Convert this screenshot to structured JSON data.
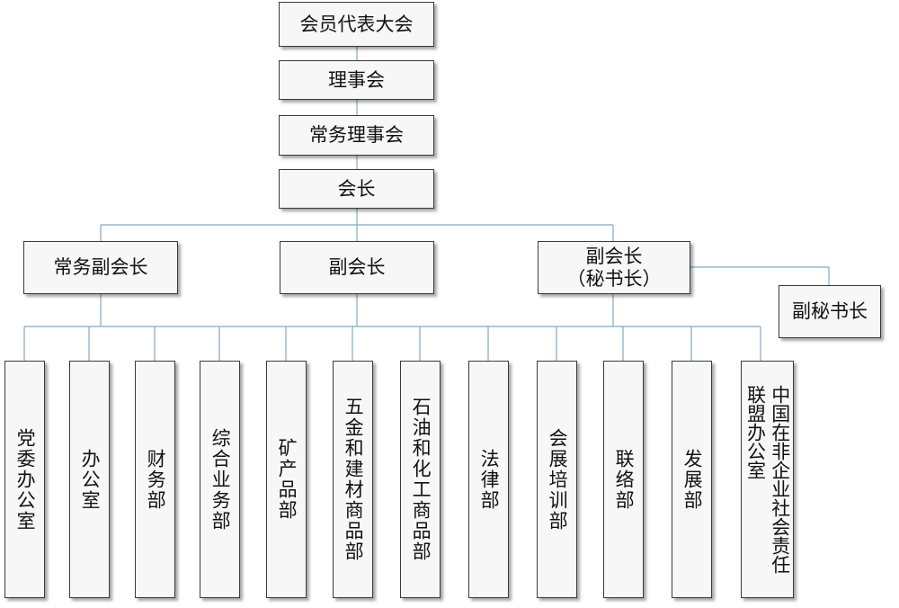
{
  "levels": {
    "assembly": "会员代表大会",
    "council": "理事会",
    "standing_council": "常务理事会",
    "president": "会长"
  },
  "vice": {
    "executive_vice_president": "常务副会长",
    "vice_president": "副会长",
    "vice_president_secretary_line1": "副会长",
    "vice_president_secretary_line2": "（秘书长）",
    "deputy_secretary_general": "副秘书长"
  },
  "departments": [
    "党委办公室",
    "办公室",
    "财务部",
    "综合业务部",
    "矿产品部",
    "五金和建材商品部",
    "石油和化工商品部",
    "法律部",
    "会展培训部",
    "联络部",
    "发展部"
  ],
  "csr_office": {
    "line1": "中国在非企业社会责任",
    "line2": "联盟办公室"
  }
}
